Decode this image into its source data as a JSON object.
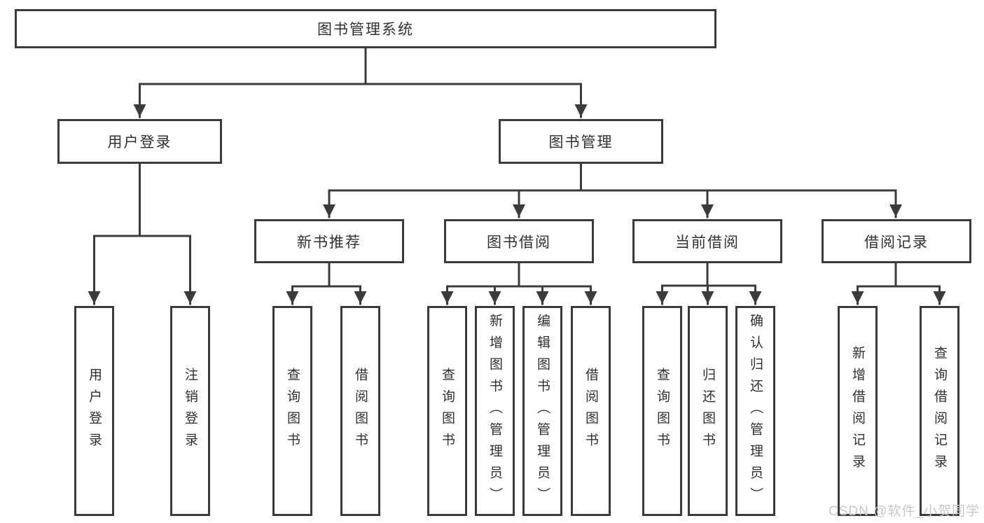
{
  "colors": {
    "line": "#3b3b3b",
    "text": "#303030",
    "background": "#ffffff",
    "watermark": "#c8c8c8"
  },
  "watermark": {
    "text": "CSDN @软件_小贺同学"
  },
  "diagram": {
    "root": {
      "label": "图书管理系统"
    },
    "branches": {
      "user_login": {
        "label": "用户登录",
        "children": [
          {
            "label": "用户登录"
          },
          {
            "label": "注销登录"
          }
        ]
      },
      "book_management": {
        "label": "图书管理",
        "sections": [
          {
            "label": "新书推荐",
            "children": [
              {
                "label": "查询图书"
              },
              {
                "label": "借阅图书"
              }
            ]
          },
          {
            "label": "图书借阅",
            "children": [
              {
                "label": "查询图书"
              },
              {
                "label": "新增图书（管理员）"
              },
              {
                "label": "编辑图书（管理员）"
              },
              {
                "label": "借阅图书"
              }
            ]
          },
          {
            "label": "当前借阅",
            "children": [
              {
                "label": "查询图书"
              },
              {
                "label": "归还图书"
              },
              {
                "label": "确认归还（管理员）"
              }
            ]
          },
          {
            "label": "借阅记录",
            "children": [
              {
                "label": "新增借阅记录"
              },
              {
                "label": "查询借阅记录"
              }
            ]
          }
        ]
      }
    }
  }
}
